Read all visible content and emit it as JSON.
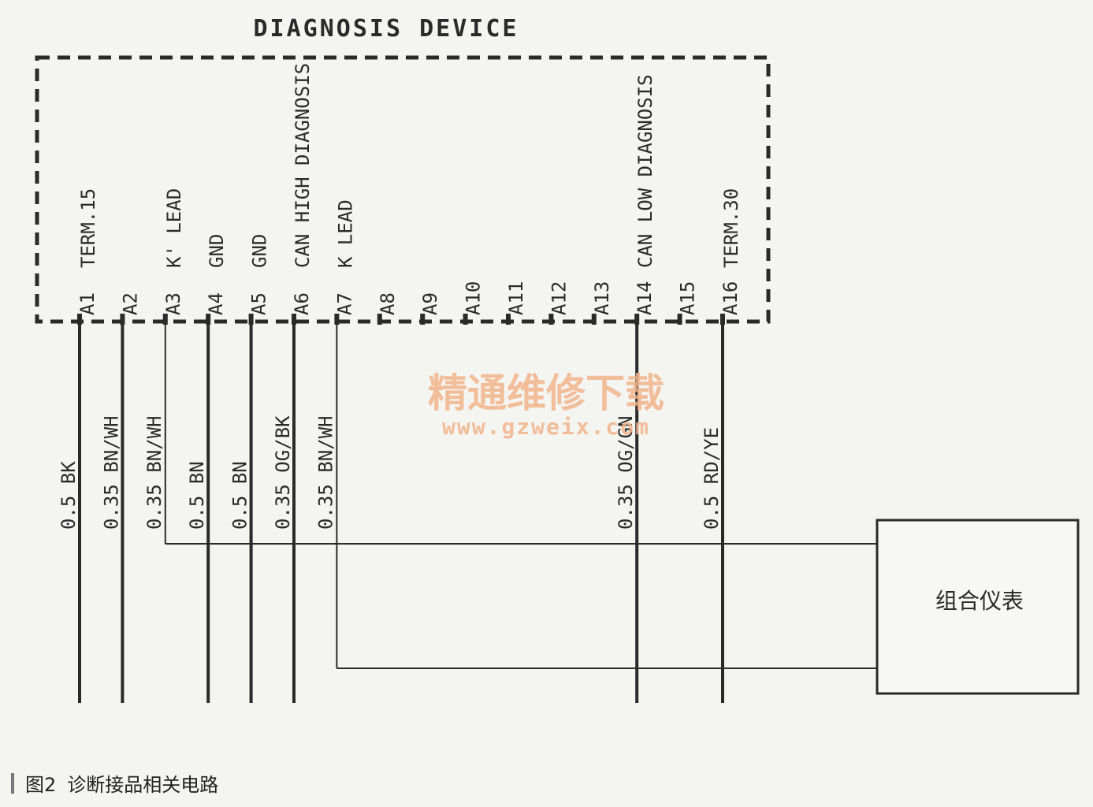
{
  "device_title": "DIAGNOSIS DEVICE",
  "pins": [
    {
      "id": "A1",
      "signal": "TERM.15",
      "wire": "0.5 BK"
    },
    {
      "id": "A2",
      "signal": "",
      "wire": "0.35 BN/WH"
    },
    {
      "id": "A3",
      "signal": "K' LEAD",
      "wire": "0.35 BN/WH"
    },
    {
      "id": "A4",
      "signal": "GND",
      "wire": "0.5 BN"
    },
    {
      "id": "A5",
      "signal": "GND",
      "wire": "0.5 BN"
    },
    {
      "id": "A6",
      "signal": "CAN HIGH DIAGNOSIS",
      "wire": "0.35 OG/BK"
    },
    {
      "id": "A7",
      "signal": "K LEAD",
      "wire": "0.35 BN/WH"
    },
    {
      "id": "A8",
      "signal": "",
      "wire": ""
    },
    {
      "id": "A9",
      "signal": "",
      "wire": ""
    },
    {
      "id": "A10",
      "signal": "",
      "wire": ""
    },
    {
      "id": "A11",
      "signal": "",
      "wire": ""
    },
    {
      "id": "A12",
      "signal": "",
      "wire": ""
    },
    {
      "id": "A13",
      "signal": "",
      "wire": ""
    },
    {
      "id": "A14",
      "signal": "CAN LOW DIAGNOSIS",
      "wire": "0.35 OG/GN"
    },
    {
      "id": "A15",
      "signal": "",
      "wire": ""
    },
    {
      "id": "A16",
      "signal": "TERM.30",
      "wire": "0.5 RD/YE"
    }
  ],
  "instrument_cluster": "组合仪表",
  "watermark": {
    "title": "精通维修下载",
    "url": "www.gzweix.com",
    "color": "#f2b48a"
  },
  "caption": {
    "figure": "图2",
    "text": "诊断接品相关电路"
  },
  "line_color": "#2a2a2a"
}
